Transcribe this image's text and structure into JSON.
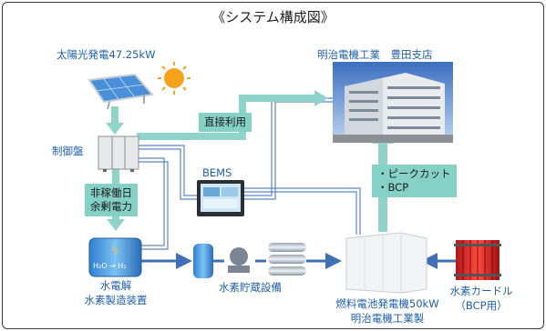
{
  "title": "《システム構成図》",
  "labels": {
    "solar": "太陽光発電47.25kW",
    "company": "明治電機工業　豊田支店",
    "control": "制御盤",
    "bems": "BEMS",
    "electrolyzer_l1": "水電解",
    "electrolyzer_l2": "水素製造装置",
    "storage": "水素貯蔵設備",
    "fuelcell_l1": "燃料電池発電機50kW",
    "fuelcell_l2": "明治電機工業製",
    "curdle_l1": "水素カードル",
    "curdle_l2": "（BCP用）"
  },
  "boxes": {
    "direct_use": "直接利用",
    "non_working_l1": "非稼働日",
    "non_working_l2": "余剰電力",
    "peak_l1": "・ピークカット",
    "peak_l2": "・BCP"
  },
  "icon_text": {
    "formula": "H₂O → H₂"
  },
  "colors": {
    "label_blue": "#1f5fa8",
    "teal_box": "#86d1c6",
    "arrow_teal": "#8fd3cb",
    "hydrogen_line": "#3f6fb5"
  }
}
